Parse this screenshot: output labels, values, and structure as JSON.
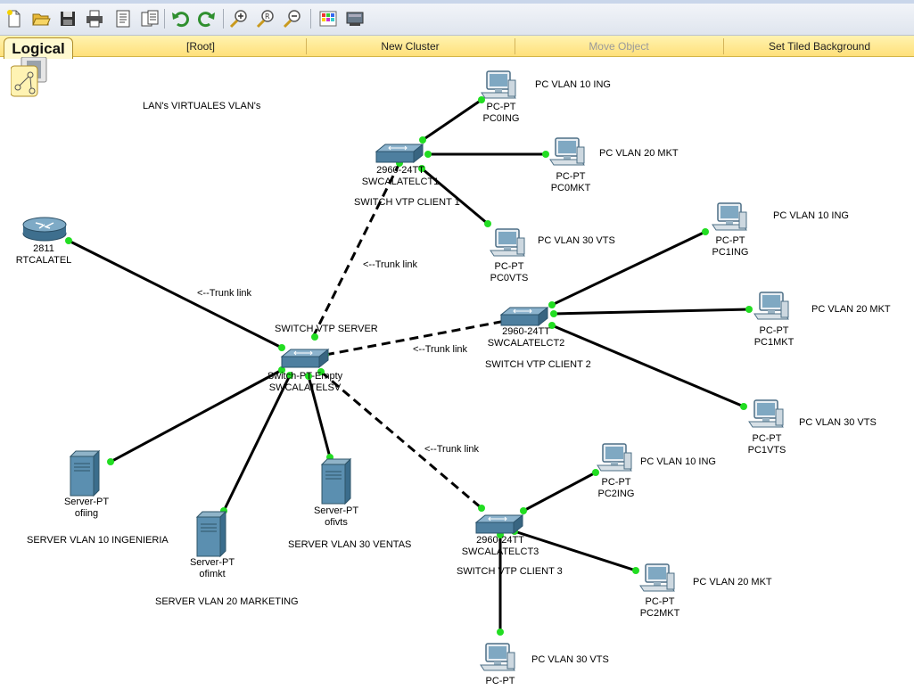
{
  "toolbar": {
    "buttons": [
      "new-icon",
      "open-icon",
      "save-icon",
      "print-icon",
      "activity-wizard-icon",
      "copy-icon",
      "undo-icon",
      "redo-icon",
      "zoom-in-icon",
      "zoom-reset-icon",
      "zoom-out-icon",
      "palette-icon",
      "custom-device-icon"
    ]
  },
  "workspace_bar": {
    "tab": "Logical",
    "root": "[Root]",
    "new_cluster": "New Cluster",
    "move_object": "Move Object",
    "set_tiled_background": "Set Tiled Background"
  },
  "notes": {
    "title": "LAN's VIRTUALES VLAN's",
    "trunk1": "<--Trunk link",
    "trunk2": "<--Trunk link",
    "trunk3": "<--Trunk link",
    "trunk4": "<--Trunk link",
    "vtp_server": "SWITCH VTP SERVER",
    "vtp_client1": "SWITCH VTP CLIENT 1",
    "vtp_client2": "SWITCH VTP CLIENT 2",
    "vtp_client3": "SWITCH VTP CLIENT 3",
    "srv_vlan10": "SERVER VLAN 10 INGENIERIA",
    "srv_vlan20": "SERVER VLAN 20 MARKETING",
    "srv_vlan30": "SERVER VLAN 30 VENTAS",
    "pc0ing_note": "PC VLAN 10 ING",
    "pc0mkt_note": "PC VLAN 20 MKT",
    "pc0vts_note": "PC VLAN 30 VTS",
    "pc1ing_note": "PC VLAN 10 ING",
    "pc1mkt_note": "PC VLAN 20 MKT",
    "pc1vts_note": "PC VLAN 30 VTS",
    "pc2ing_note": "PC VLAN 10 ING",
    "pc2mkt_note": "PC VLAN 20 MKT",
    "pc3_note": "PC VLAN 30 VTS"
  },
  "devices": {
    "router": {
      "model": "2811",
      "name": "RTCALATEL"
    },
    "sw_server": {
      "model": "Switch-PT-Empty",
      "name": "SWCALATELSV"
    },
    "sw_client1": {
      "model": "2960-24TT",
      "name": "SWCALATELCT1"
    },
    "sw_client2": {
      "model": "2960-24TT",
      "name": "SWCALATELCT2"
    },
    "sw_client3": {
      "model": "2960-24TT",
      "name": "SWCALATELCT3"
    },
    "pc0ing": {
      "model": "PC-PT",
      "name": "PC0ING"
    },
    "pc0mkt": {
      "model": "PC-PT",
      "name": "PC0MKT"
    },
    "pc0vts": {
      "model": "PC-PT",
      "name": "PC0VTS"
    },
    "pc1ing": {
      "model": "PC-PT",
      "name": "PC1ING"
    },
    "pc1mkt": {
      "model": "PC-PT",
      "name": "PC1MKT"
    },
    "pc1vts": {
      "model": "PC-PT",
      "name": "PC1VTS"
    },
    "pc2ing": {
      "model": "PC-PT",
      "name": "PC2ING"
    },
    "pc2mkt": {
      "model": "PC-PT",
      "name": "PC2MKT"
    },
    "pc3": {
      "model": "PC-PT",
      "name": ""
    },
    "srv_ing": {
      "model": "Server-PT",
      "name": "ofiing"
    },
    "srv_mkt": {
      "model": "Server-PT",
      "name": "ofimkt"
    },
    "srv_vts": {
      "model": "Server-PT",
      "name": "ofivts"
    }
  },
  "colors": {
    "link": "#000000",
    "port_up": "#22dd22",
    "device": "#5b8fb0"
  }
}
